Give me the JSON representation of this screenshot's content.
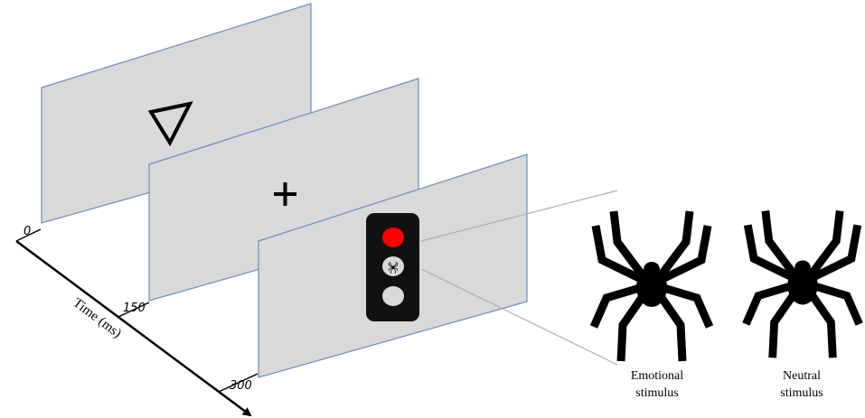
{
  "timeline": {
    "axis_label": "Time (ms)",
    "ticks": [
      "0",
      "150",
      "300"
    ]
  },
  "frames": [
    {
      "stimulus": "triangle-down"
    },
    {
      "stimulus": "fixation-cross"
    },
    {
      "stimulus": "traffic-light",
      "lights": [
        "red",
        "spider",
        "grey"
      ]
    }
  ],
  "stimuli": {
    "emotional": {
      "line1": "Emotional",
      "line2": "stimulus"
    },
    "neutral": {
      "line1": "Neutral",
      "line2": "stimulus"
    }
  },
  "colors": {
    "panel_fill": "#d9d9d9",
    "panel_border": "#6e8ec0",
    "red_light": "#ff0000",
    "grey_light": "#d9d9d9",
    "housing": "#111111"
  }
}
